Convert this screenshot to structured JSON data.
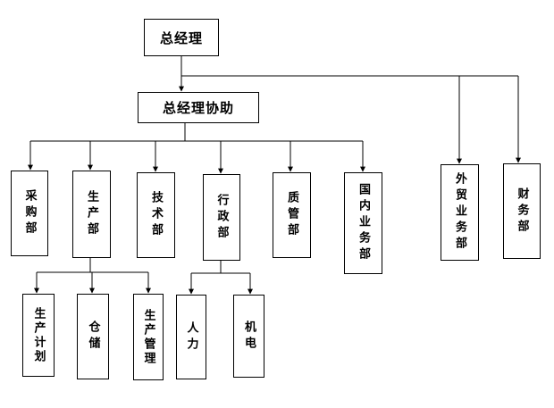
{
  "org": {
    "top": "总经理",
    "assistant": "总经理协助",
    "departments": {
      "purchasing": "采购部",
      "production": "生产部",
      "technology": "技术部",
      "administration": "行政部",
      "quality": "质管部",
      "domestic_business": "国内业务部",
      "foreign_trade": "外贸业务部",
      "finance": "财务部"
    },
    "production_units": {
      "plan": "生产计划",
      "warehouse": "仓储",
      "management": "生产管理"
    },
    "admin_units": {
      "hr": "人力",
      "electro": "机电"
    }
  }
}
